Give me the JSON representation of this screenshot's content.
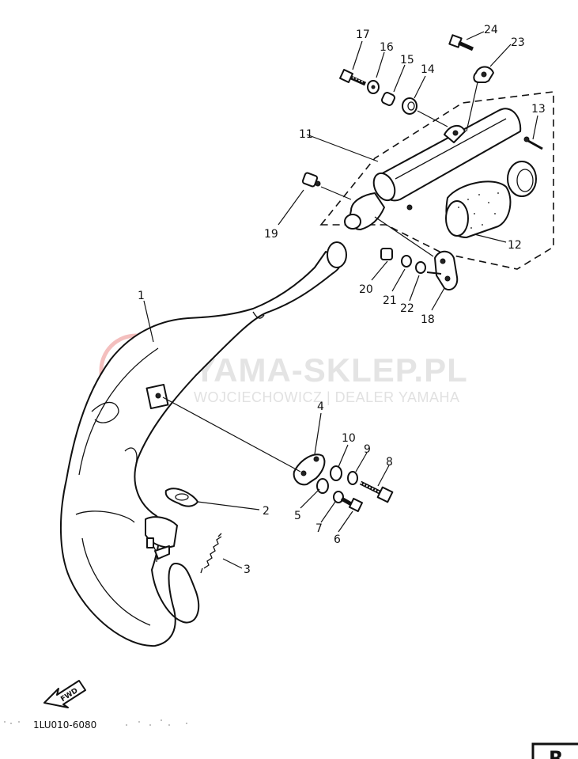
{
  "diagram": {
    "callouts": [
      {
        "id": "c1",
        "label": "1"
      },
      {
        "id": "c2",
        "label": "2"
      },
      {
        "id": "c3",
        "label": "3"
      },
      {
        "id": "c4",
        "label": "4"
      },
      {
        "id": "c5",
        "label": "5"
      },
      {
        "id": "c6",
        "label": "6"
      },
      {
        "id": "c7",
        "label": "7"
      },
      {
        "id": "c8",
        "label": "8"
      },
      {
        "id": "c9",
        "label": "9"
      },
      {
        "id": "c10",
        "label": "10"
      },
      {
        "id": "c11",
        "label": "11"
      },
      {
        "id": "c12",
        "label": "12"
      },
      {
        "id": "c13",
        "label": "13"
      },
      {
        "id": "c14",
        "label": "14"
      },
      {
        "id": "c15",
        "label": "15"
      },
      {
        "id": "c16",
        "label": "16"
      },
      {
        "id": "c17",
        "label": "17"
      },
      {
        "id": "c18",
        "label": "18"
      },
      {
        "id": "c19",
        "label": "19"
      },
      {
        "id": "c20",
        "label": "20"
      },
      {
        "id": "c21",
        "label": "21"
      },
      {
        "id": "c22",
        "label": "22"
      },
      {
        "id": "c23",
        "label": "23"
      },
      {
        "id": "c24",
        "label": "24"
      }
    ],
    "fwd_label": "FWD",
    "drawing_code": "1LU010-6080",
    "page_ref": "R"
  },
  "watermark": {
    "title": "YAMA-SKLEP.PL",
    "subtitle": "WOJCIECHOWICZ | DEALER YAMAHA",
    "accent_color": "#e53935"
  }
}
